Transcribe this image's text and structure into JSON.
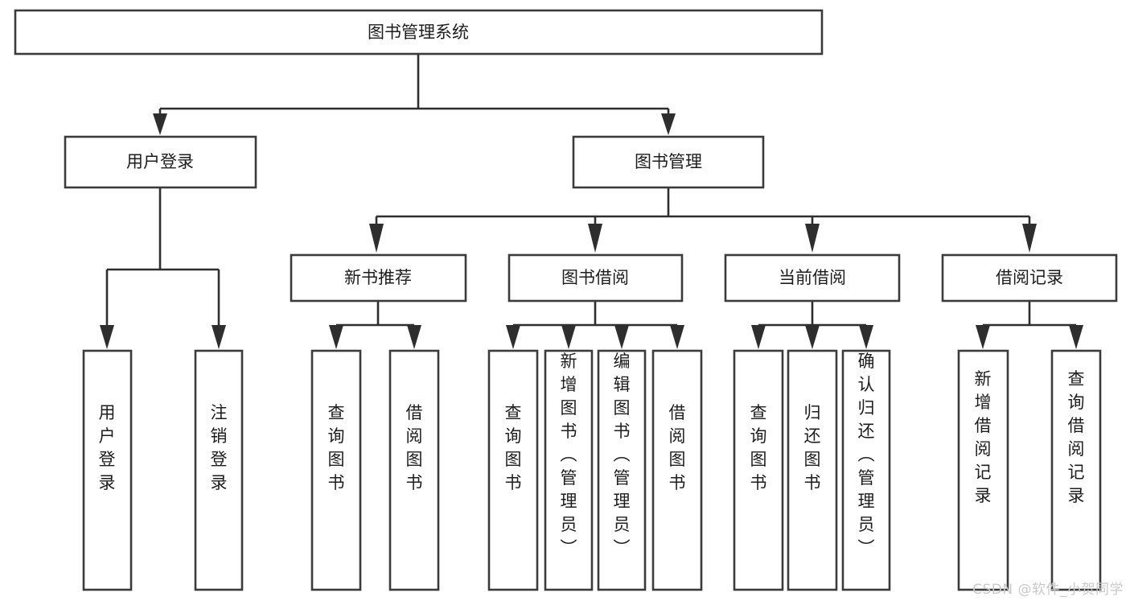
{
  "diagram": {
    "title": "图书管理系统",
    "type": "tree",
    "orientation": "top-down",
    "colors": {
      "box_stroke": "#3b3b3b",
      "box_fill": "#ffffff",
      "connector": "#2e2e2e",
      "text": "#1d1d1d",
      "watermark": "#c9c9c9",
      "background": "#ffffff"
    },
    "root": {
      "label": "图书管理系统",
      "id": "root"
    },
    "level2": [
      {
        "id": "user-login",
        "label": "用户登录"
      },
      {
        "id": "book-manage",
        "label": "图书管理"
      }
    ],
    "level3": [
      {
        "id": "new-book-recommend",
        "label": "新书推荐",
        "parent": "book-manage"
      },
      {
        "id": "book-borrow",
        "label": "图书借阅",
        "parent": "book-manage"
      },
      {
        "id": "current-borrow",
        "label": "当前借阅",
        "parent": "book-manage"
      },
      {
        "id": "borrow-record",
        "label": "借阅记录",
        "parent": "book-manage"
      }
    ],
    "leaves": [
      {
        "id": "leaf-user-login",
        "label": "用户登录",
        "parent": "user-login"
      },
      {
        "id": "leaf-logout-login",
        "label": "注销登录",
        "parent": "user-login"
      },
      {
        "id": "leaf-query-book-1",
        "label": "查询图书",
        "parent": "new-book-recommend"
      },
      {
        "id": "leaf-borrow-book-1",
        "label": "借阅图书",
        "parent": "new-book-recommend"
      },
      {
        "id": "leaf-query-book-2",
        "label": "查询图书",
        "parent": "book-borrow"
      },
      {
        "id": "leaf-add-book",
        "label": "新增图书（管理员）",
        "parent": "book-borrow"
      },
      {
        "id": "leaf-edit-book",
        "label": "编辑图书（管理员）",
        "parent": "book-borrow"
      },
      {
        "id": "leaf-borrow-book-2",
        "label": "借阅图书",
        "parent": "book-borrow"
      },
      {
        "id": "leaf-query-book-3",
        "label": "查询图书",
        "parent": "current-borrow"
      },
      {
        "id": "leaf-return-book",
        "label": "归还图书",
        "parent": "current-borrow"
      },
      {
        "id": "leaf-confirm-return",
        "label": "确认归还（管理员）",
        "parent": "current-borrow"
      },
      {
        "id": "leaf-add-record",
        "label": "新增借阅记录",
        "parent": "borrow-record"
      },
      {
        "id": "leaf-query-record",
        "label": "查询借阅记录",
        "parent": "borrow-record"
      }
    ],
    "watermark": "CSDN @软件_小贺同学"
  }
}
